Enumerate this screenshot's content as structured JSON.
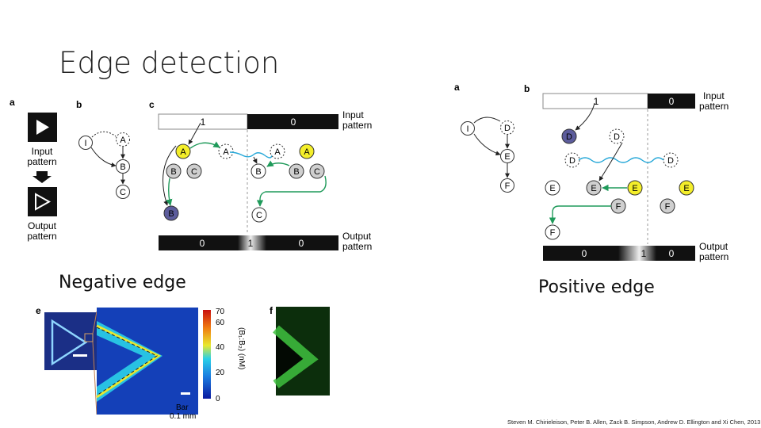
{
  "slide": {
    "title": "Edge detection",
    "negative_caption": "Negative edge",
    "positive_caption": "Positive edge",
    "credit": "Steven M. Chirieleison, Peter B. Allen, Zack B. Simpson, Andrew D. Ellington and Xi Chen, 2013"
  },
  "neg": {
    "panel_a": "a",
    "panel_b": "b",
    "panel_c": "c",
    "input_pattern": "Input\npattern",
    "output_pattern": "Output\npattern",
    "input_label": [
      "Input",
      "pattern"
    ],
    "output_label": [
      "Output",
      "pattern"
    ],
    "in_left": "1",
    "in_right": "0",
    "out_left": "0",
    "out_mid": "1",
    "out_right": "0",
    "node_I": "I",
    "node_A": "A",
    "node_B": "B",
    "node_C": "C"
  },
  "neg_bottom": {
    "panel_e": "e",
    "panel_f": "f",
    "colorbar_ticks": [
      "70",
      "60",
      "40",
      "20",
      "0"
    ],
    "colorbar_label": "(B₁:B₂) (nM)",
    "bar_label": "Bar",
    "bar_value": "0.1 mm"
  },
  "pos": {
    "panel_a": "a",
    "panel_b": "b",
    "in_left": "1",
    "in_right": "0",
    "out_left": "0",
    "out_mid": "1",
    "out_right": "0",
    "input_label": [
      "Input",
      "pattern"
    ],
    "output_label": [
      "Output",
      "pattern"
    ],
    "node_I": "I",
    "node_D": "D",
    "node_E": "E",
    "node_F": "F"
  },
  "colors": {
    "yellow": "#f4ee2a",
    "grey": "#cfcfcf",
    "purple": "#5c5c9c",
    "green": "#1f9a5a",
    "cyan": "#27a8d8"
  }
}
